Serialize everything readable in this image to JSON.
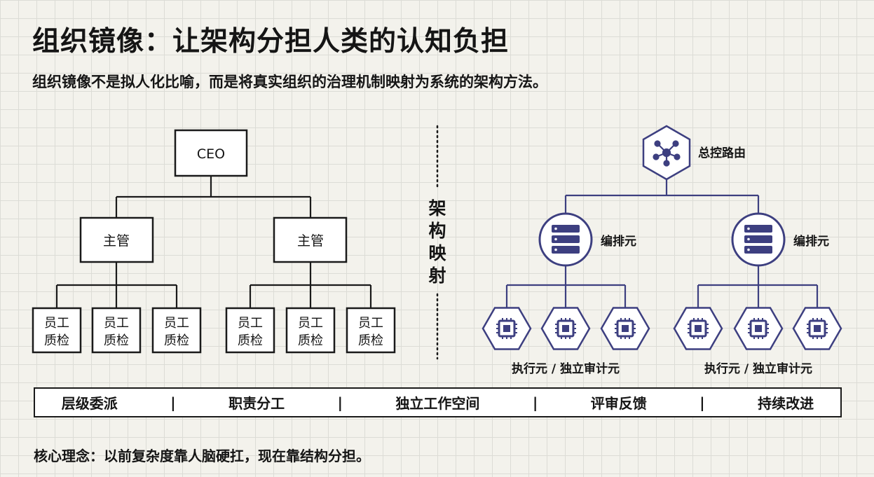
{
  "title": "组织镜像：让架构分担人类的认知负担",
  "subtitle": "组织镜像不是拟人化比喻，而是将真实组织的治理机制映射为系统的架构方法。",
  "org_chart": {
    "ceo": "CEO",
    "managers": [
      "主管",
      "主管"
    ],
    "staff_line1": "员工",
    "staff_line2": "质检"
  },
  "mapping_label": [
    "架",
    "构",
    "映",
    "射"
  ],
  "system": {
    "router": "总控路由",
    "orchestrators": [
      "编排元",
      "编排元"
    ],
    "workers_caption": [
      "执行元 / 独立审计元",
      "执行元 / 独立审计元"
    ]
  },
  "principles": [
    "层级委派",
    "职责分工",
    "独立工作空间",
    "评审反馈",
    "持续改进"
  ],
  "principle_separator": "|",
  "core_idea": "核心理念：以前复杂度靠人脑硬扛，现在靠结构分担。",
  "icons": {
    "router": "network-hub-icon",
    "orchestrator": "server-stack-icon",
    "worker": "cpu-chip-icon"
  },
  "colors": {
    "background": "#f3f2ec",
    "grid": "#dcdcd6",
    "ink": "#1a1a1a",
    "system_accent": "#3d3f80"
  }
}
